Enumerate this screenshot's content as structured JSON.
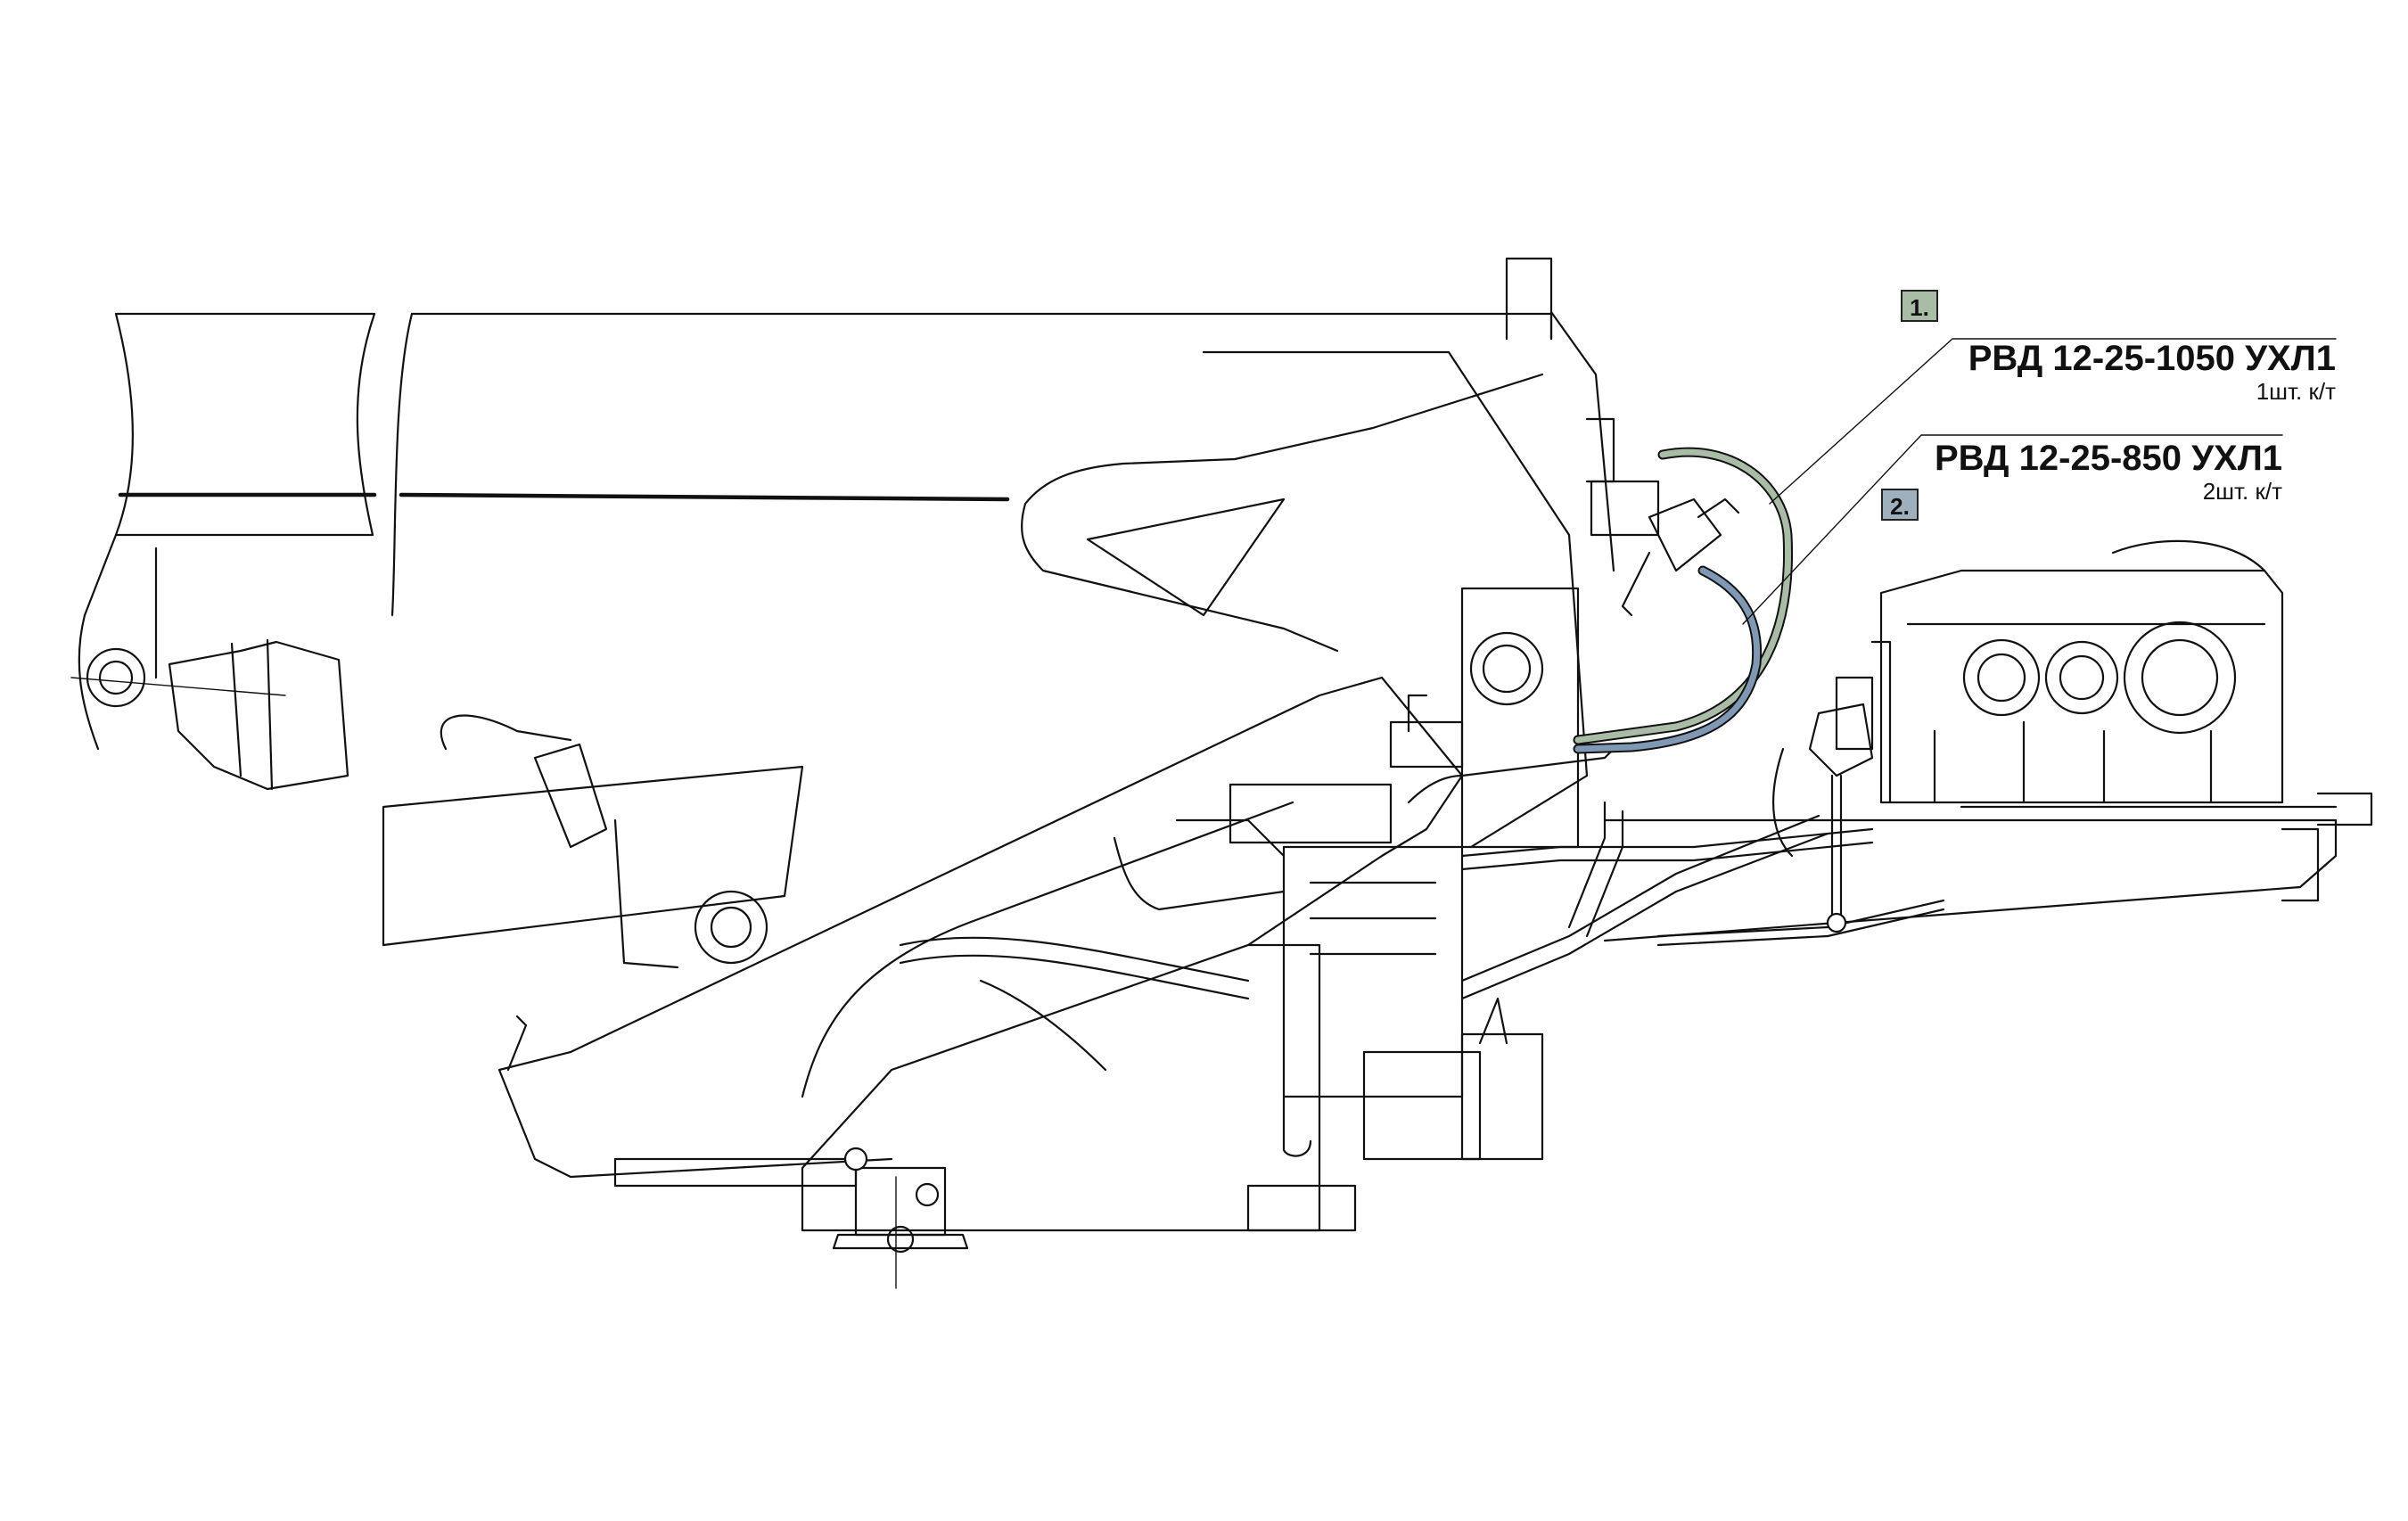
{
  "callouts": [
    {
      "number": "1.",
      "title": "РВД 12-25-1050 УХЛ1",
      "qty": "1шт. к/т",
      "color": "#a9bda6"
    },
    {
      "number": "2.",
      "title": "РВД 12-25-850 УХЛ1",
      "qty": "2шт. к/т",
      "color": "#9fb0bd"
    }
  ],
  "hose_colors": {
    "hose_1": "#a9bda6",
    "hose_2": "#7f98b4"
  }
}
